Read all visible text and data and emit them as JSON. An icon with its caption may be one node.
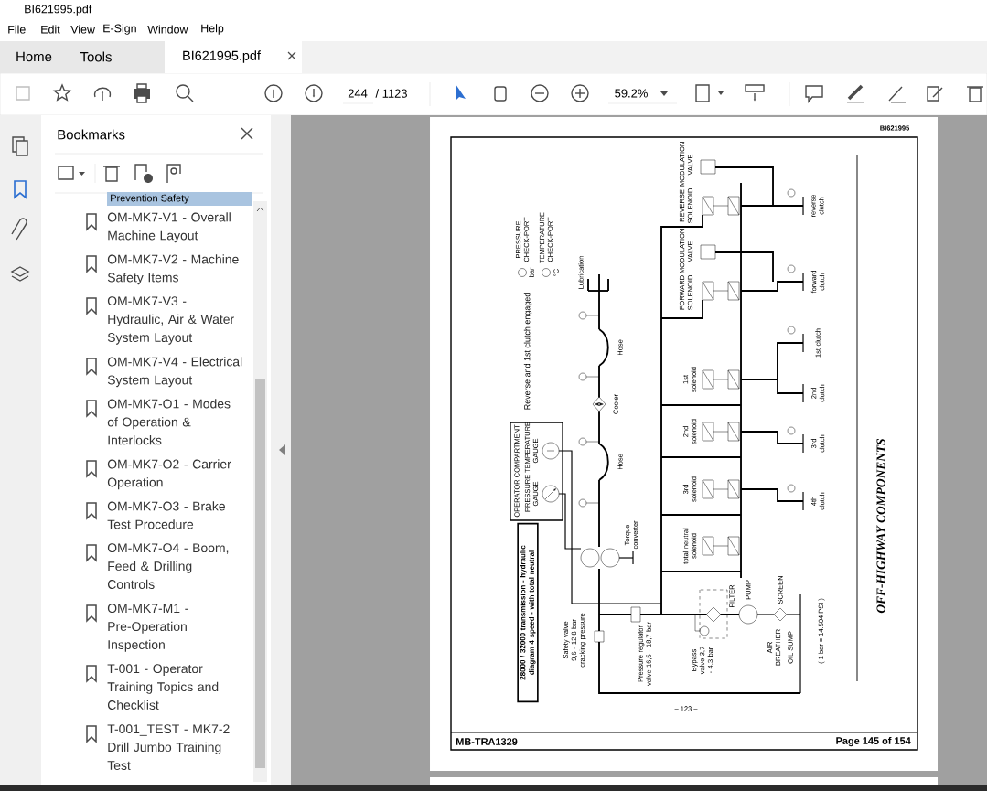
{
  "diagram": {
    "labels": [
      "BI621995.pdf",
      "File",
      "Edit",
      "View",
      "E-Sign",
      "Window",
      "Help",
      "Home",
      "Tools",
      "BI621995.pdf",
      "244",
      "/ 1123",
      "59.2%",
      "Bookmarks",
      "Prevention Safety",
      "OM-MK7-V1 - Overall Machine Layout",
      "OM-MK7-V2 - Machine Safety Items",
      "OM-MK7-V3 - Hydraulic, Air & Water System Layout",
      "OM-MK7-V4 - Electrical System Layout",
      "OM-MK7-O1 - Modes of Operation & Interlocks",
      "OM-MK7-O2 - Carrier Operation",
      "OM-MK7-O3 - Brake Test Procedure",
      "OM-MK7-O4 - Boom, Feed & Drilling Controls",
      "OM-MK7-M1 - Pre-Operation Inspection",
      "T-001 - Operator Training Topics and Checklist",
      "T-001_TEST - MK7-2 Drill Jumbo Training Test",
      "BI621995",
      "Reverse and 1st clutch engaged",
      "PRESSURE CHECK-PORT",
      "bar",
      "TEMPERATURE CHECK-PORT",
      "°C",
      "Lubrication",
      "REVERSE SOLENOID",
      "MODULATION VALVE",
      "FORWARD SOLENOID",
      "MODULATION VALVE",
      "reverse clutch",
      "forward clutch",
      "Hose",
      "1st solenoid",
      "1st clutch",
      "2nd clutch",
      "Cooler",
      "OPERATOR COMPARTMENT",
      "TEMPERATURE GAUGE",
      "PRESSURE GAUGE",
      "Hose",
      "2nd solenoid",
      "3rd clutch",
      "3rd solenoid",
      "4th clutch",
      "28000 / 32000 transmission - hydraulic diagram 4 speed - with total neutral",
      "Torque converter",
      "total neutral solenoid",
      "OFF-HIGHWAY COMPONENTS",
      "FILTER",
      "PUMP",
      "SCREEN",
      "Safety valve 9,6 - 12,8 bar cracking pressure",
      "Pressure regulator valve 16,5 - 18,7 bar",
      "Bypass valve 3,7 - 4,3 bar",
      "AIR BREATHER",
      "OIL SUMP",
      "( 1 bar = 14.504 PSI )",
      "– 123 –",
      "MB-TRA1329",
      "Page 145 of 154"
    ]
  }
}
